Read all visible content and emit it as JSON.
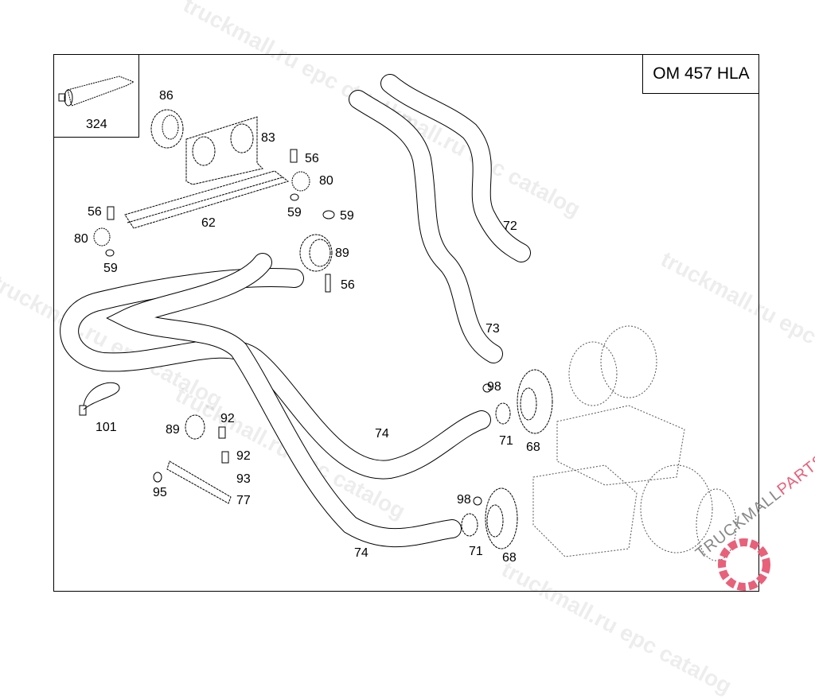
{
  "header": {
    "model": "OM 457 HLA"
  },
  "watermark": {
    "text": "truckmall.ru epc catalog",
    "brand_a": "TRUCKMALL",
    "brand_b": "PARTS",
    "brand_color": "#e8607a"
  },
  "labels": {
    "l324": "324",
    "l86": "86",
    "l83": "83",
    "l56a": "56",
    "l80a": "80",
    "l62": "62",
    "l56b": "56",
    "l80b": "80",
    "l59a": "59",
    "l59b": "59",
    "l59c": "59",
    "l89a": "89",
    "l56c": "56",
    "l72": "72",
    "l73": "73",
    "l101": "101",
    "l89b": "89",
    "l92a": "92",
    "l92b": "92",
    "l93": "93",
    "l95": "95",
    "l77": "77",
    "l74a": "74",
    "l74b": "74",
    "l98a": "98",
    "l71a": "71",
    "l68a": "68",
    "l98b": "98",
    "l71b": "71",
    "l68b": "68"
  }
}
